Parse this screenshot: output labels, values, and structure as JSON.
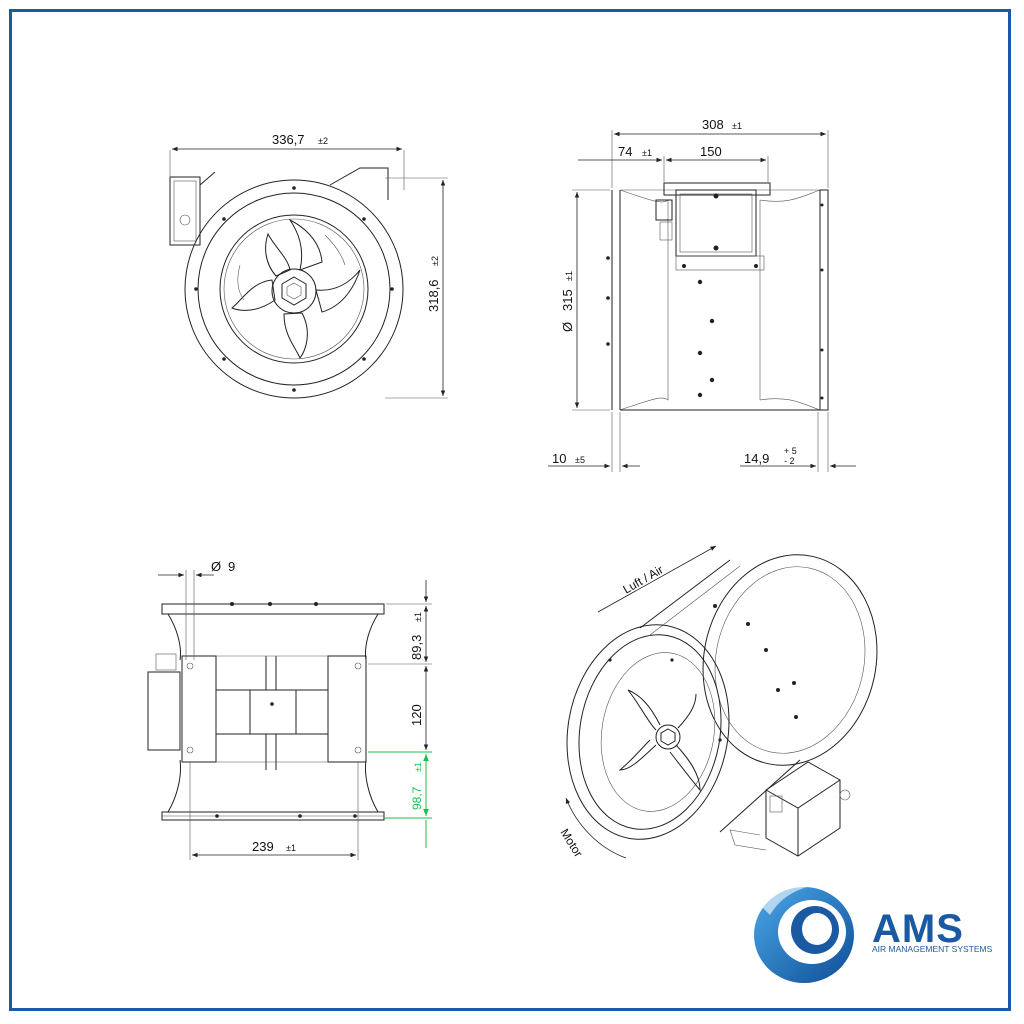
{
  "front_view": {
    "width_value": "336,7",
    "width_tol": "±2",
    "height_value": "318,6",
    "height_tol": "±2"
  },
  "side_view": {
    "overall_value": "308",
    "overall_tol": "±1",
    "inlet_value": "74",
    "inlet_tol": "±1",
    "box_value": "150",
    "diameter_symbol": "Ø",
    "diameter_value": "315",
    "diameter_tol": "±1",
    "flange_left_value": "10",
    "flange_left_tol": "±5",
    "flange_right_value": "14,9",
    "flange_right_tol_upper": "+ 5",
    "flange_right_tol_lower": "- 2"
  },
  "bottom_view": {
    "hole_symbol": "Ø",
    "hole_value": "9",
    "top_tol": "±1",
    "v1_value": "89,3",
    "v2_value": "120",
    "v3_value": "98,7",
    "v3_tol": "±1",
    "width_value": "239",
    "width_tol": "±1"
  },
  "iso_view": {
    "airflow_label": "Luft / Air",
    "rotation_label": "Motor"
  },
  "logo": {
    "name": "AMS",
    "tagline": "AIR MANAGEMENT SYSTEMS",
    "color": "#1b5aa3"
  },
  "colors": {
    "frame": "#1b5aa3",
    "highlight_dimension": "#18c24a"
  }
}
